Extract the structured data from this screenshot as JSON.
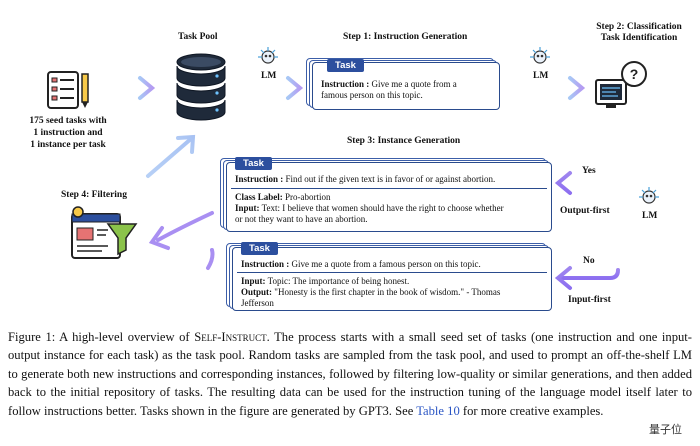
{
  "task_pool_title": "Task Pool",
  "seed_tasks_text": [
    "175 seed tasks with",
    "1 instruction and",
    "1 instance per task"
  ],
  "step1_title": "Step 1: Instruction Generation",
  "step2_title": [
    "Step 2: Classification",
    "Task Identification"
  ],
  "step3_title": "Step 3: Instance Generation",
  "step4_title": "Step 4: Filtering",
  "lm_label": "LM",
  "yes_label": "Yes",
  "no_label": "No",
  "output_first_label": "Output-first",
  "input_first_label": "Input-first",
  "task_tag": "Task",
  "step1_card": {
    "instruction_label": "Instruction :",
    "instruction_text": "Give me a quote from a",
    "instruction_text2": "famous person on this topic."
  },
  "output_first_card": {
    "instruction_label": "Instruction :",
    "instruction_text": "Find out if the given text is in favor of or against abortion.",
    "class_label_label": "Class Label:",
    "class_label_text": "Pro-abortion",
    "input_label": "Input:",
    "input_text": "Text: I believe that women should have the right to choose whether",
    "input_text2": "or not they want to have an abortion."
  },
  "input_first_card": {
    "instruction_label": "Instruction :",
    "instruction_text": "Give me a quote from a famous person on this topic.",
    "input_label": "Input:",
    "input_text": "Topic: The importance of being honest.",
    "output_label": "Output:",
    "output_text": "\"Honesty is the first chapter in the book of wisdom.\" - Thomas",
    "output_text2": "Jefferson"
  },
  "caption": {
    "prefix": "Figure 1: A high-level overview of ",
    "name": "Self-Instruct",
    "body": ". The process starts with a small seed set of tasks (one instruction and one input-output instance for each task) as the task pool. Random tasks are sampled from the task pool, and used to prompt an off-the-shelf LM to generate both new instructions and corresponding instances, followed by filtering low-quality or similar generations, and then added back to the initial repository of tasks. The resulting data can be used for the instruction tuning of the language model itself later to follow instructions better. Tasks shown in the figure are generated by GPT3. See ",
    "link": "Table 10",
    "suffix": " for more creative examples."
  },
  "watermark": "量子位",
  "colors": {
    "arrow_light": "#a9c6f2",
    "arrow_purple": "#a58ef0",
    "card_border": "#2a4b8d",
    "tag_bg": "#2c4f9e",
    "link": "#2a55c4"
  }
}
